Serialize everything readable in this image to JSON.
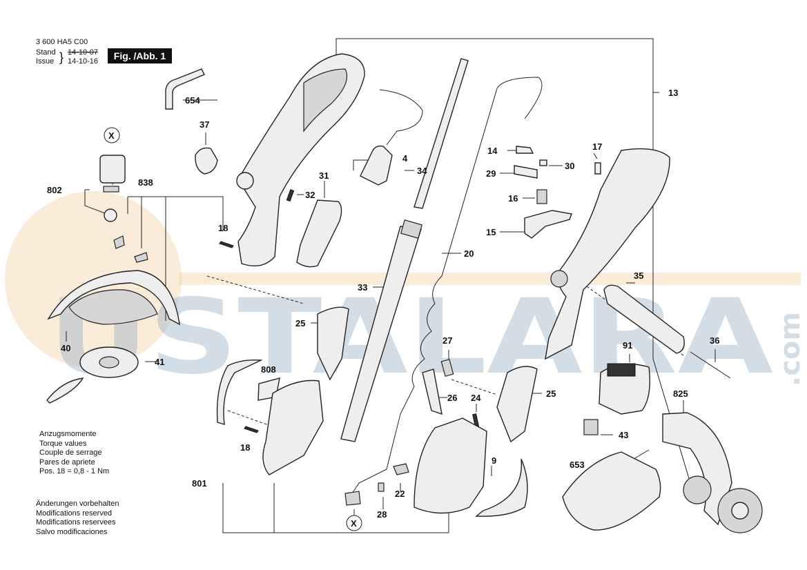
{
  "header": {
    "part_number": "3 600 HA5 C00",
    "stand_label": "Stand",
    "issue_label": "Issue",
    "date_struck": "14-10-07",
    "date_current": "14-10-16",
    "figure": "Fig. /Abb. 1"
  },
  "watermark": {
    "text": "USTALARA",
    "suffix": ".com"
  },
  "callouts": {
    "p13": "13",
    "p654": "654",
    "p37": "37",
    "x_top": "X",
    "p802": "802",
    "p838": "838",
    "p18a": "18",
    "p32": "32",
    "p31": "31",
    "p4": "4",
    "p34": "34",
    "p14": "14",
    "p30": "30",
    "p29": "29",
    "p17": "17",
    "p16": "16",
    "p15": "15",
    "p20": "20",
    "p33": "33",
    "p35": "35",
    "p40": "40",
    "p41": "41",
    "p25a": "25",
    "p27": "27",
    "p91": "91",
    "p36": "36",
    "p808": "808",
    "p26": "26",
    "p24": "24",
    "p25b": "25",
    "p825": "825",
    "p43": "43",
    "p18b": "18",
    "p9": "9",
    "p653": "653",
    "p22": "22",
    "p801": "801",
    "p28": "28",
    "x_bottom": "X"
  },
  "torque_notes": [
    "Anzugsmomente",
    "Torque values",
    "Couple de serrage",
    "Pares de apriete",
    "Pos.   18 = 0,8 - 1 Nm"
  ],
  "modification_notes": [
    "Änderungen vorbehalten",
    "Modifications reserved",
    "Modifications reservees",
    "Salvo modificaciones"
  ],
  "colors": {
    "watermark_blue": "#9fb4c8",
    "watermark_orange": "#f1c98e",
    "ink": "#111111"
  }
}
